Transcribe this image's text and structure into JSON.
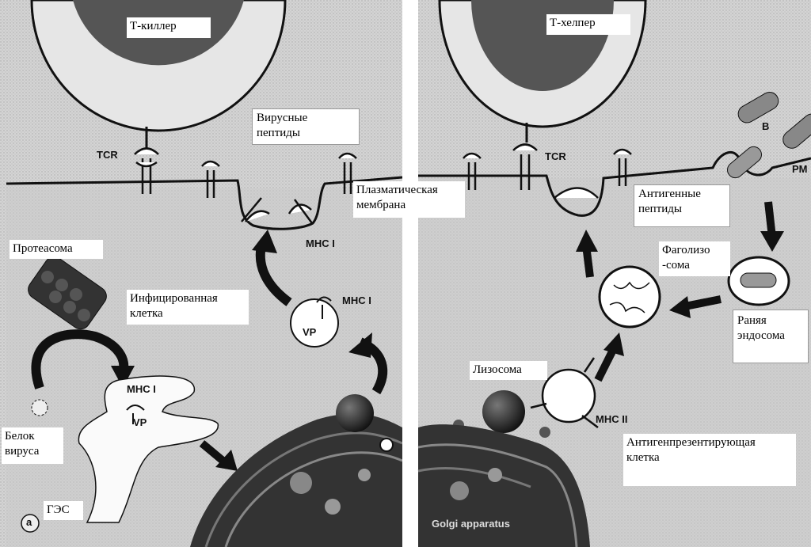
{
  "labels": {
    "t_killer": "Т-киллер",
    "t_helper": "Т-хелпер",
    "viral_peptides": "Вирусные\nпептиды",
    "plasma_membrane": "Плазматическая\nмембрана",
    "proteasome": "Протеасома",
    "infected_cell": "Инфицированная\nклетка",
    "virus_protein": "Белок\nвируса",
    "er": "ГЭС",
    "antigen_peptides": "Антигенные\nпептиды",
    "phagolysosome": "Фаголизо\n-сома",
    "early_endosome": "Раняя\nэндосома",
    "lysosome": "Лизосома",
    "apc": "Антигенпрезентирующая\nклетка"
  },
  "figure_marks": {
    "tcr_left": "TCR",
    "tcr_right": "TCR",
    "mhc1_membrane": "MHC I",
    "mhc1_vesicle": "MHC I",
    "mhc1_er": "MHC I",
    "vp_vesicle": "VP",
    "vp_er": "VP",
    "mhc2": "MHC II",
    "bacteria_b": "B",
    "pm": "PM",
    "panel_a": "a",
    "golgi": "Golgi apparatus"
  }
}
